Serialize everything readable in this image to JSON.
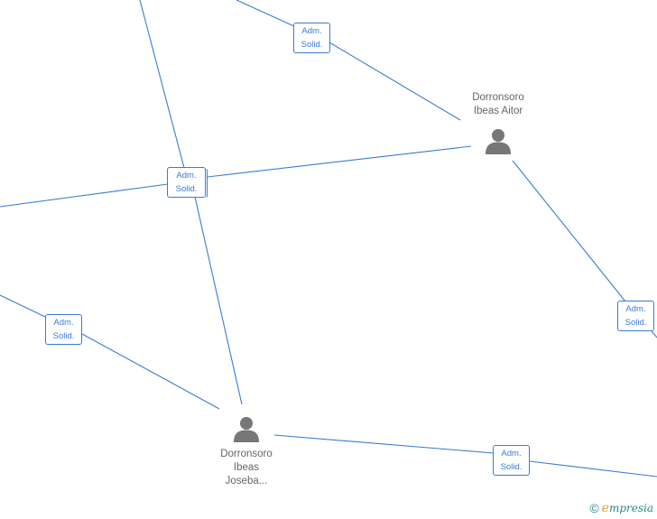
{
  "nodes": {
    "aitor": {
      "name_line1": "Dorronsoro",
      "name_line2": "Ibeas Aitor",
      "name_line3": ""
    },
    "joseba": {
      "name_line1": "Dorronsoro",
      "name_line2": "Ibeas",
      "name_line3": "Joseba..."
    }
  },
  "relations": {
    "r1": {
      "line1": "Adm.",
      "line2": "Solid."
    },
    "r2": {
      "line1": "Adm.",
      "line2": "Solid."
    },
    "r3": {
      "line1": "Adm.",
      "line2": "Solid."
    },
    "r4": {
      "line1": "Adm.",
      "line2": "Solid."
    },
    "r5": {
      "line1": "Adm.",
      "line2": "Solid."
    }
  },
  "credit": {
    "copyright": "©",
    "brand_initial": "e",
    "brand_rest": "mpresia"
  },
  "colors": {
    "edge": "#3a7bd5",
    "person_icon": "#777777",
    "label": "#666666"
  }
}
